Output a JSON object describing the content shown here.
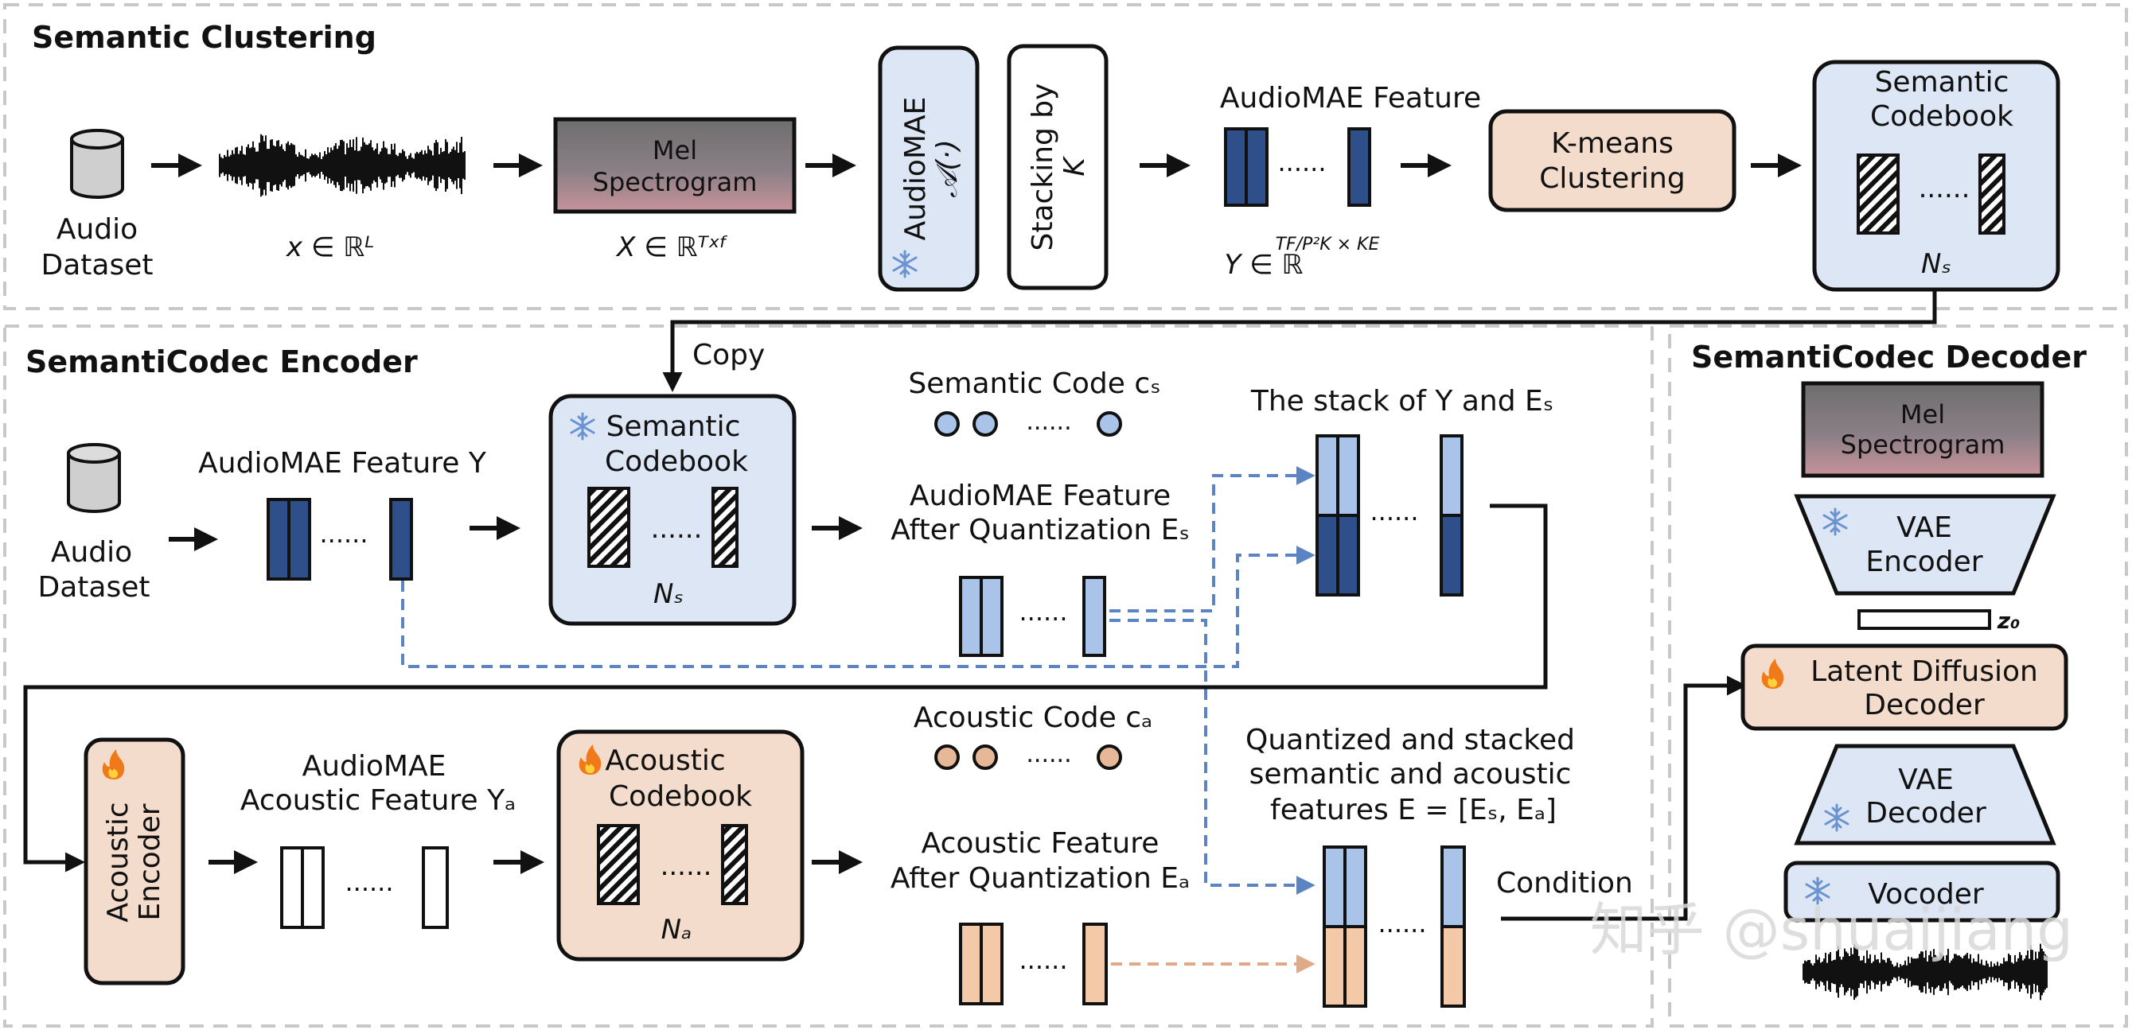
{
  "colors": {
    "dark_blue": "#2f4f8a",
    "light_blue": "#a9c4e8",
    "panel_blue": "#dce6f4",
    "peach": "#f3dccb",
    "peach_bar": "#e6b898",
    "dashed_blue": "#5b84c4",
    "dashed_peach": "#e0aa88"
  },
  "icons": [
    "database-icon",
    "snowflake-icon",
    "flame-icon"
  ],
  "sections": {
    "clustering": "Semantic Clustering",
    "encoder": "SemantiCodec Encoder",
    "decoder": "SemantiCodec Decoder"
  },
  "clustering": {
    "audio_dataset": [
      "Audio",
      "Dataset"
    ],
    "x_label": "x ∈ ℝᴸ",
    "mel": [
      "Mel",
      "Spectrogram"
    ],
    "X_label": "X ∈ ℝᵀˣᶠ",
    "audiomae": [
      "AudioMAE",
      "𝒜(·)"
    ],
    "stacking": [
      "Stacking by",
      "K"
    ],
    "feature_title": "AudioMAE Feature",
    "ellipsis": "......",
    "Y_label_main": "Y ∈ ℝ",
    "Y_label_sup": "TF/P²K × KE",
    "kmeans": [
      "K-means",
      "Clustering"
    ],
    "codebook": [
      "Semantic",
      "Codebook"
    ],
    "Ns": "Nₛ"
  },
  "encoder": {
    "copy": "Copy",
    "audio_dataset": [
      "Audio",
      "Dataset"
    ],
    "feature_Y": "AudioMAE Feature Y",
    "codebook": [
      "Semantic",
      "Codebook"
    ],
    "Ns": "Nₛ",
    "semantic_code": "Semantic Code cₛ",
    "after_quant": [
      "AudioMAE Feature",
      "After Quantization Eₛ"
    ],
    "stack_title": "The stack of Y and Eₛ",
    "acoustic_encoder": [
      "Acoustic",
      "Encoder"
    ],
    "acoustic_feature": [
      "AudioMAE",
      "Acoustic Feature Yₐ"
    ],
    "acoustic_codebook": [
      "Acoustic",
      "Codebook"
    ],
    "Na": "Nₐ",
    "acoustic_code": "Acoustic Code cₐ",
    "acoustic_after_quant": [
      "Acoustic Feature",
      "After Quantization Eₐ"
    ],
    "quantized_stack": [
      "Quantized and stacked",
      "semantic and acoustic",
      "features E = [Eₛ, Eₐ]"
    ],
    "condition": "Condition",
    "ellipsis": "......"
  },
  "decoder": {
    "mel": [
      "Mel",
      "Spectrogram"
    ],
    "vae_encoder": [
      "VAE",
      "Encoder"
    ],
    "z0": "z₀",
    "ldm": [
      "Latent Diffusion",
      "Decoder"
    ],
    "vae_decoder": [
      "VAE",
      "Decoder"
    ],
    "vocoder": "Vocoder"
  },
  "watermark": "知乎 @shuaijiang"
}
